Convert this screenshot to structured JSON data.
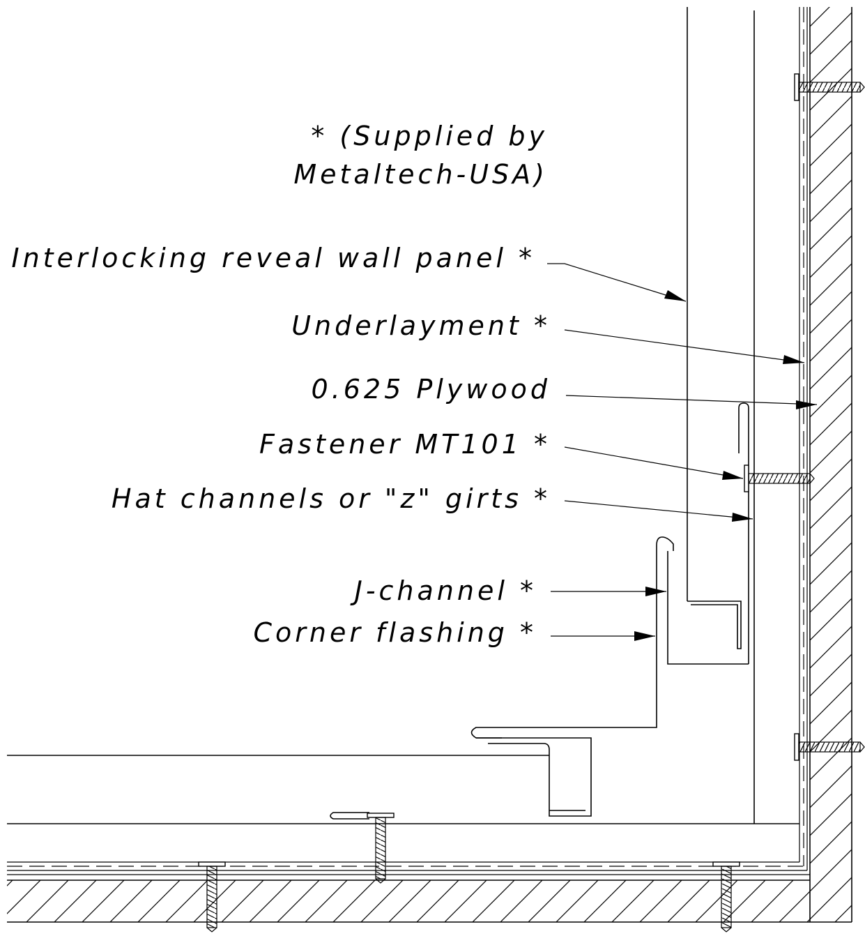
{
  "note": {
    "line1": "* (Supplied by",
    "line2": "Metaltech-USA)"
  },
  "labels": {
    "wall_panel": "Interlocking reveal wall panel *",
    "underlayment": "Underlayment *",
    "plywood": "0.625 Plywood",
    "fastener": "Fastener MT101 *",
    "hat_channels": "Hat channels or \"z\" girts *",
    "j_channel": "J-channel *",
    "corner_flashing": "Corner flashing *"
  }
}
